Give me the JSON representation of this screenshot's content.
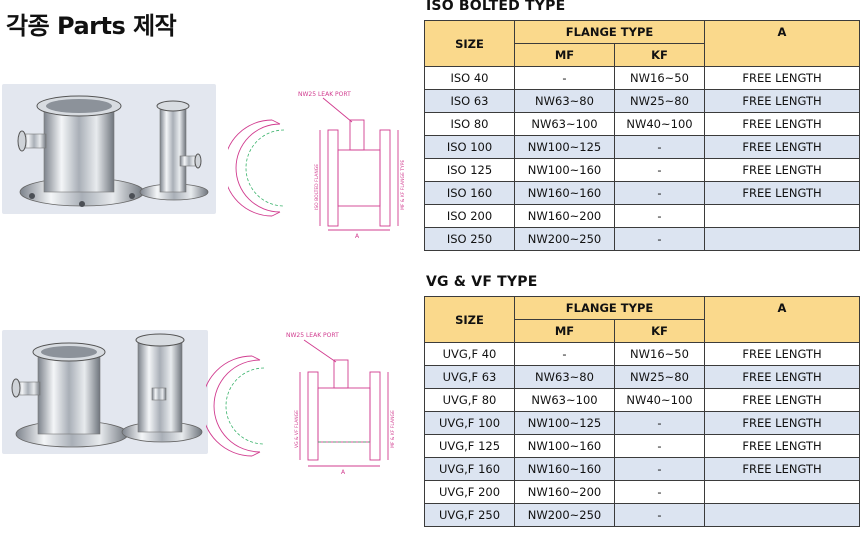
{
  "title": "각종 Parts 제작",
  "drawing_labels": {
    "iso_leak_port": "NW25 LEAK PORT",
    "iso_flange_left": "ISO BOLTED FLANGE",
    "iso_flange_right": "MF & KF FLANGE TYPE",
    "iso_dim": "A",
    "vg_leak_port": "NW25 LEAK PORT",
    "vg_flange_left": "VG & VF FLANGE",
    "vg_flange_right": "MF & KF FLANGE",
    "vg_dim": "A"
  },
  "iso_table": {
    "title": "ISO BOLTED TYPE",
    "header": {
      "size": "SIZE",
      "flange_type": "FLANGE TYPE",
      "mf": "MF",
      "kf": "KF",
      "a": "A"
    },
    "rows": [
      {
        "size": "ISO 40",
        "mf": "-",
        "kf": "NW16~50",
        "a": "FREE LENGTH"
      },
      {
        "size": "ISO 63",
        "mf": "NW63~80",
        "kf": "NW25~80",
        "a": "FREE LENGTH"
      },
      {
        "size": "ISO 80",
        "mf": "NW63~100",
        "kf": "NW40~100",
        "a": "FREE LENGTH"
      },
      {
        "size": "ISO 100",
        "mf": "NW100~125",
        "kf": "-",
        "a": "FREE LENGTH"
      },
      {
        "size": "ISO 125",
        "mf": "NW100~160",
        "kf": "-",
        "a": "FREE LENGTH"
      },
      {
        "size": "ISO 160",
        "mf": "NW160~160",
        "kf": "-",
        "a": "FREE LENGTH"
      },
      {
        "size": "ISO 200",
        "mf": "NW160~200",
        "kf": "-",
        "a": ""
      },
      {
        "size": "ISO 250",
        "mf": "NW200~250",
        "kf": "-",
        "a": ""
      }
    ]
  },
  "vg_table": {
    "title": "VG & VF TYPE",
    "header": {
      "size": "SIZE",
      "flange_type": "FLANGE TYPE",
      "mf": "MF",
      "kf": "KF",
      "a": "A"
    },
    "rows": [
      {
        "size": "UVG,F 40",
        "mf": "-",
        "kf": "NW16~50",
        "a": "FREE LENGTH"
      },
      {
        "size": "UVG,F 63",
        "mf": "NW63~80",
        "kf": "NW25~80",
        "a": "FREE LENGTH"
      },
      {
        "size": "UVG,F 80",
        "mf": "NW63~100",
        "kf": "NW40~100",
        "a": "FREE LENGTH"
      },
      {
        "size": "UVG,F 100",
        "mf": "NW100~125",
        "kf": "-",
        "a": "FREE LENGTH"
      },
      {
        "size": "UVG,F 125",
        "mf": "NW100~160",
        "kf": "-",
        "a": "FREE LENGTH"
      },
      {
        "size": "UVG,F 160",
        "mf": "NW160~160",
        "kf": "-",
        "a": "FREE LENGTH"
      },
      {
        "size": "UVG,F 200",
        "mf": "NW160~200",
        "kf": "-",
        "a": ""
      },
      {
        "size": "UVG,F 250",
        "mf": "NW200~250",
        "kf": "-",
        "a": ""
      }
    ]
  }
}
